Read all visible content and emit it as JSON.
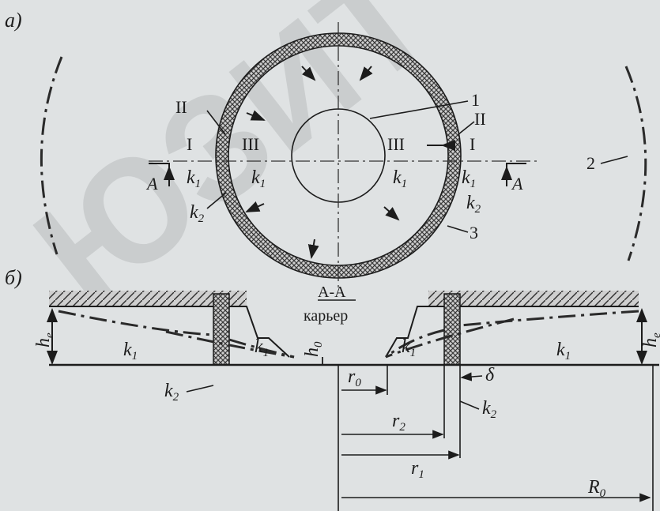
{
  "labels": {
    "panel_a": "а)",
    "panel_b": "б)",
    "watermark": "ЮЗИТ",
    "section": "А-А",
    "quarry": "карьер",
    "zone_I": "I",
    "zone_II": "II",
    "zone_III": "III",
    "callout_1": "1",
    "callout_2": "2",
    "callout_3": "3",
    "section_mark": "А",
    "k": "k",
    "sub1": "1",
    "sub2": "2",
    "h": "h",
    "h_sub_e": "е",
    "h_sub_0": "0",
    "r": "r",
    "r_sub_0": "0",
    "r_sub_1": "1",
    "r_sub_2": "2",
    "R": "R",
    "R_sub_0": "0",
    "delta": "δ"
  },
  "colors": {
    "ink": "#1c1c1c",
    "background": "#dfe2e3",
    "hatch": "#3a3a3a"
  }
}
